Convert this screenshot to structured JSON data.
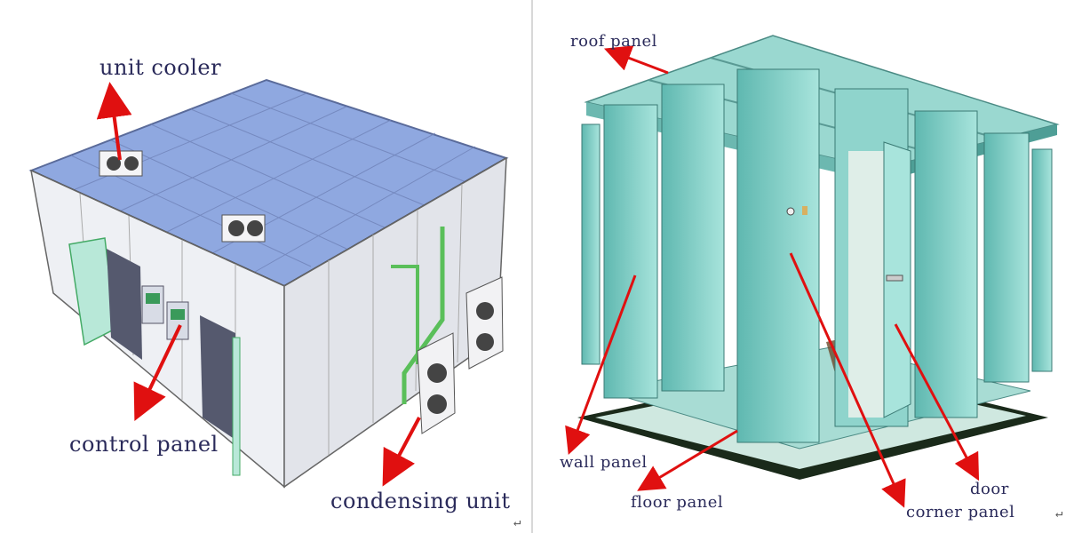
{
  "left_diagram": {
    "labels": {
      "unit_cooler": "unit cooler",
      "control_panel": "control panel",
      "condensing_unit": "condensing unit"
    },
    "return_glyph": "↵"
  },
  "right_diagram": {
    "labels": {
      "roof_panel": "roof panel",
      "wall_panel": "wall panel",
      "floor_panel": "floor panel",
      "door": "door",
      "corner_panel": "corner panel"
    },
    "return_glyph": "↵"
  },
  "colors": {
    "arrow": "#e01010",
    "roof_glass": "#8fa8e0",
    "wall": "#f0f0f2",
    "teal_panel": "#7fd0c8",
    "frame": "#1a2a1a"
  }
}
